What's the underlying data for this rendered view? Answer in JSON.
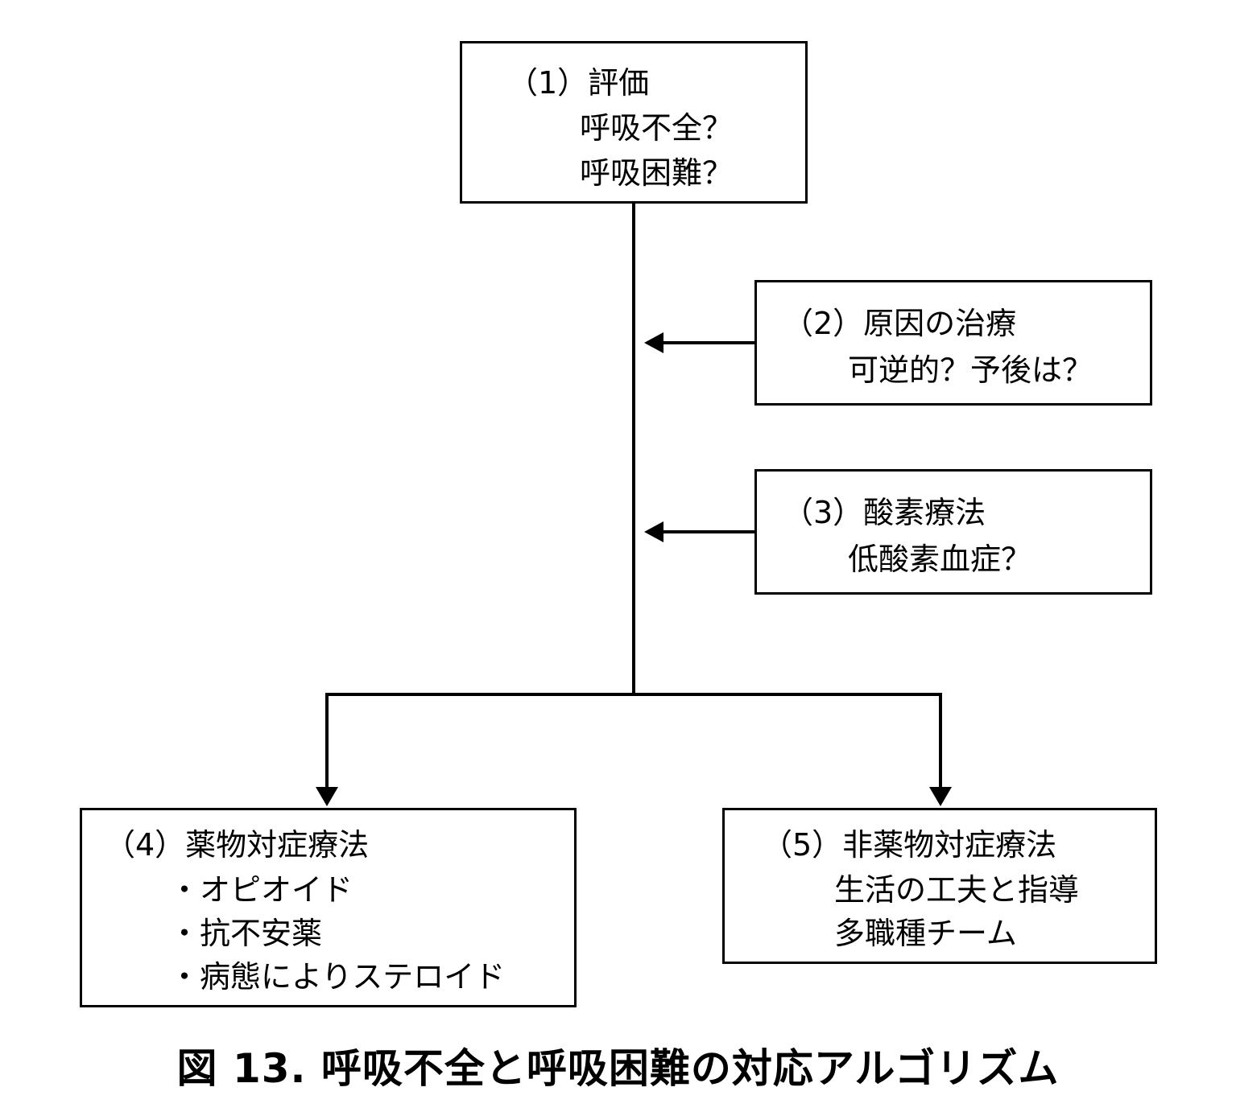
{
  "nodes": {
    "n1": {
      "title": "（1）評価",
      "lines": [
        "呼吸不全？",
        "呼吸困難？"
      ]
    },
    "n2": {
      "title": "（2）原因の治療",
      "lines": [
        "可逆的？予後は？"
      ]
    },
    "n3": {
      "title": "（3）酸素療法",
      "lines": [
        "低酸素血症？"
      ]
    },
    "n4": {
      "title": "（4）薬物対症療法",
      "lines": [
        "・オピオイド",
        "・抗不安薬",
        "・病態によりステロイド"
      ]
    },
    "n5": {
      "title": "（5）非薬物対症療法",
      "lines": [
        "生活の工夫と指導",
        "多職種チーム"
      ]
    }
  },
  "caption": "図 13.  呼吸不全と呼吸困難の対応アルゴリズム"
}
